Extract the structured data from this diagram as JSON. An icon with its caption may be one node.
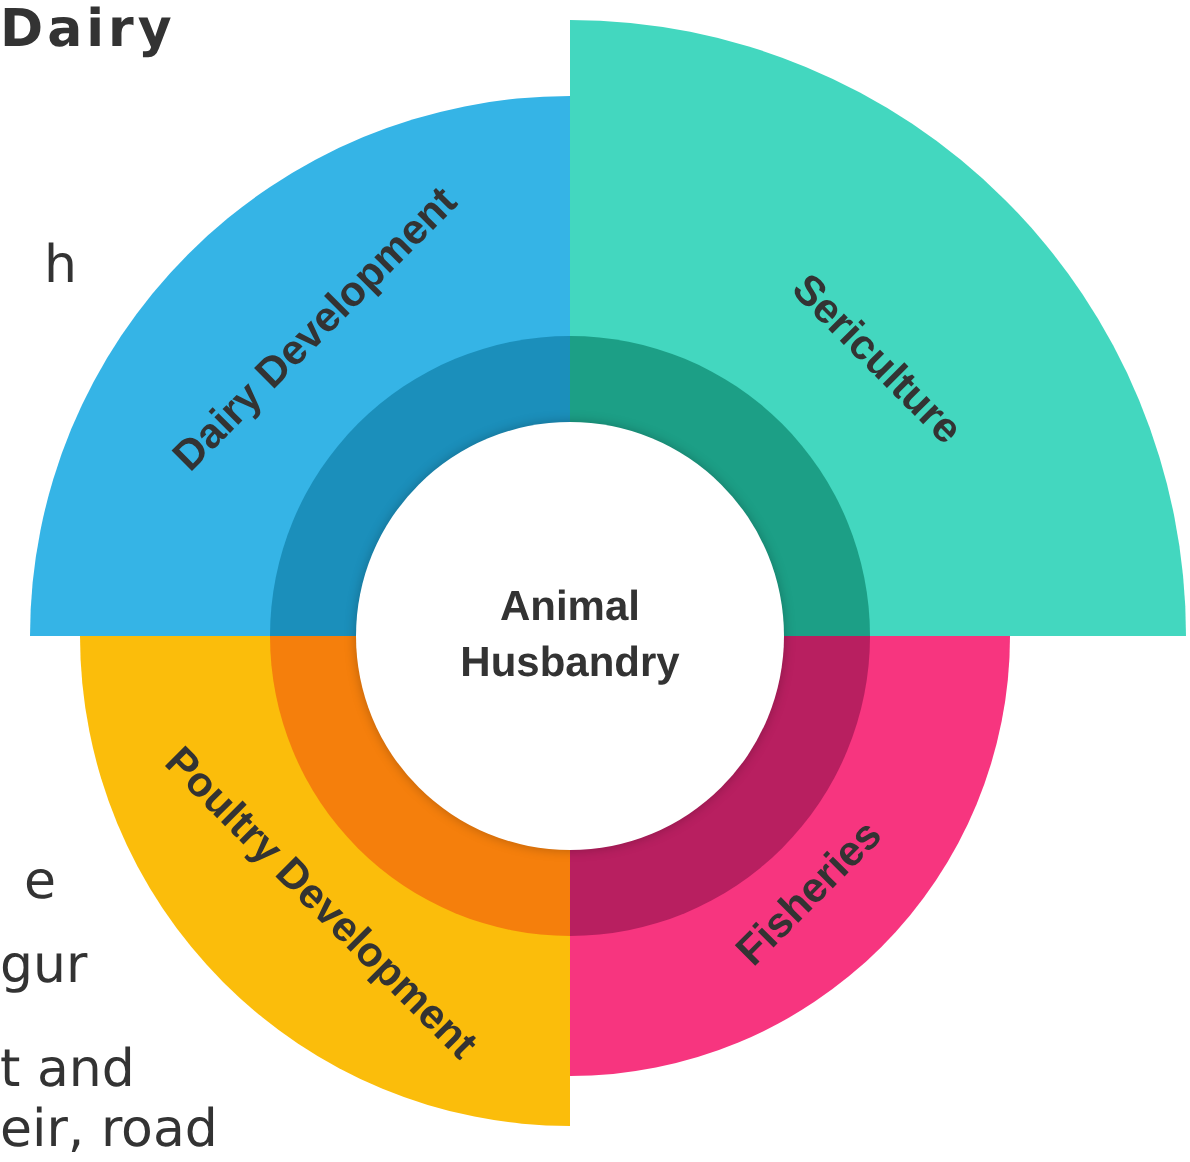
{
  "diagram": {
    "nodes": [
      {
        "text": [
          "Dairy Development"
        ]
      },
      {
        "text": [
          "Sericulture"
        ]
      },
      {
        "text": [
          "Animal Husbandry"
        ]
      },
      {
        "text": [
          "Poultry Development"
        ]
      },
      {
        "text": [
          "Fisheries"
        ]
      }
    ],
    "labels": [
      "Dairy",
      "h",
      "e",
      "gur",
      "t and",
      "eir, road"
    ]
  }
}
